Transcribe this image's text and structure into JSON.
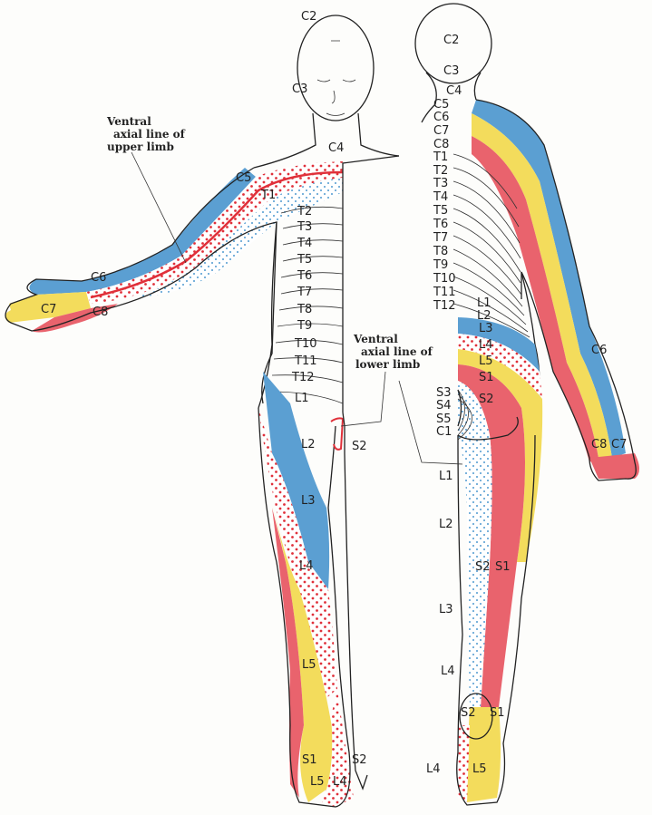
{
  "colors": {
    "blue": "#5b9fd2",
    "red": "#e9636d",
    "yellow": "#f3dc5c",
    "red_dots": "#e0303a",
    "blue_dots": "#4f9ad0",
    "skin": "#fdfdfb"
  },
  "annotations": {
    "upper_limb": [
      "Ventral",
      "axial line of",
      "upper limb"
    ],
    "lower_limb": [
      "Ventral",
      "axial line of",
      "lower limb"
    ]
  },
  "front": {
    "head": [
      "C2",
      "C3",
      "C4"
    ],
    "arm": [
      "C5",
      "T1",
      "C6",
      "C7",
      "C8"
    ],
    "trunk": [
      "T2",
      "T3",
      "T4",
      "T5",
      "T6",
      "T7",
      "T8",
      "T9",
      "T10",
      "T11",
      "T12",
      "L1"
    ],
    "leg": [
      "L2",
      "S2",
      "L3",
      "L4",
      "L5",
      "S1",
      "S2",
      "L5",
      "L4"
    ]
  },
  "back": {
    "head": [
      "C2",
      "C3",
      "C4",
      "C5",
      "C6",
      "C7",
      "C8"
    ],
    "trunk": [
      "T1",
      "T2",
      "T3",
      "T4",
      "T5",
      "T6",
      "T7",
      "T8",
      "T9",
      "T10",
      "T11",
      "T12"
    ],
    "lumbar": [
      "L1",
      "L2",
      "L3",
      "L4",
      "L5",
      "S1"
    ],
    "sacral": [
      "S3",
      "S4",
      "S5",
      "C1",
      "S2"
    ],
    "arm": [
      "C6",
      "C8",
      "C7"
    ],
    "leg": [
      "L1",
      "L2",
      "S2",
      "S1",
      "L3",
      "L4",
      "S2",
      "S1",
      "L4",
      "L5"
    ]
  }
}
